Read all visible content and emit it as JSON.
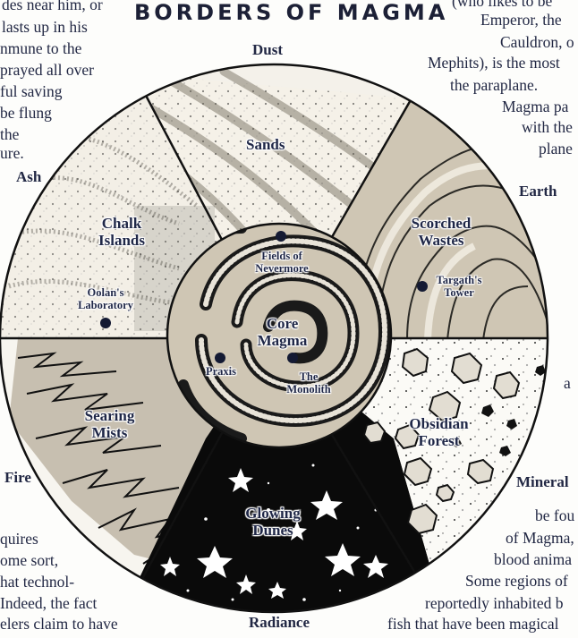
{
  "title": "BORDERS OF MAGMA",
  "left_column_top": [
    "des near him, or",
    "lasts up in his",
    "nmune to the",
    "prayed all over",
    "ful saving",
    "be flung",
    "the",
    "ure."
  ],
  "right_column_top": [
    "(who likes to be",
    "Emperor, the",
    "Cauldron, o",
    "Mephits), is the most",
    "the paraplane.",
    "Magma pa",
    "with the",
    "plane"
  ],
  "right_column_mid": [
    "a"
  ],
  "right_column_bottom": [
    "be fou",
    "of Magma,",
    "blood anima",
    "Some regions of",
    "reportedly inhabited b",
    "fish that have been magical"
  ],
  "left_column_bottom": [
    "quires",
    "ome sort,",
    "hat technol-",
    "Indeed, the fact",
    "elers claim to have"
  ],
  "map": {
    "elements": {
      "dust": "Dust",
      "ash": "Ash",
      "earth": "Earth",
      "fire": "Fire",
      "mineral": "Mineral",
      "radiance": "Radiance"
    },
    "regions": {
      "sands": "Sands",
      "chalk_islands_1": "Chalk",
      "chalk_islands_2": "Islands",
      "scorched_wastes_1": "Scorched",
      "scorched_wastes_2": "Wastes",
      "searing_mists_1": "Searing",
      "searing_mists_2": "Mists",
      "obsidian_forest_1": "Obsidian",
      "obsidian_forest_2": "Forest",
      "glowing_dunes_1": "Glowing",
      "glowing_dunes_2": "Dunes",
      "core_magma_1": "Core",
      "core_magma_2": "Magma"
    },
    "places": {
      "fields_1": "Fields of",
      "fields_2": "Nevermore",
      "oolan_1": "Oolan's",
      "oolan_2": "Laboratory",
      "targath_1": "Targath's",
      "targath_2": "Tower",
      "praxis": "Praxis",
      "monolith_1": "The",
      "monolith_2": "Monolith"
    },
    "colors": {
      "ink": "#1f2747",
      "line": "#111111",
      "sand": "#e9e4d8",
      "stone": "#c9bfae",
      "night": "#0a0a0a",
      "paper": "#fdfdfb"
    }
  }
}
